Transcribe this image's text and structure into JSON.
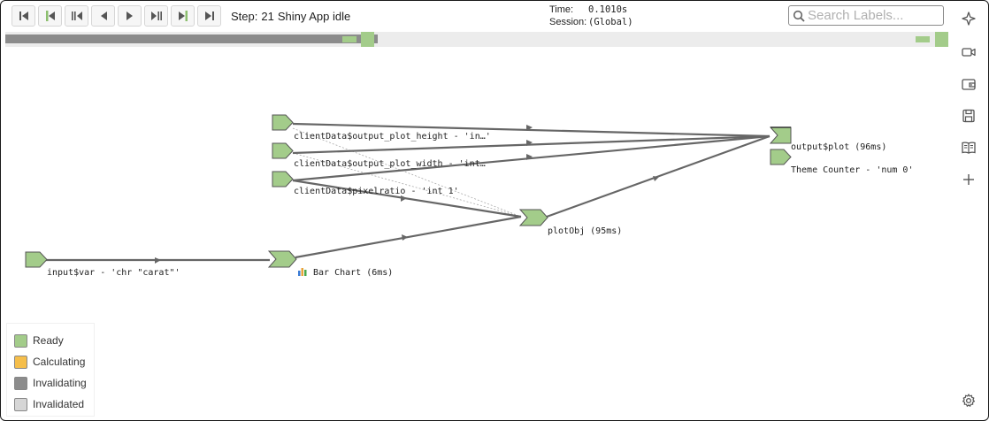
{
  "toolbar": {
    "buttons": [
      {
        "name": "first-step-button",
        "icon": "skip-to-start-icon"
      },
      {
        "name": "prev-user-event-button",
        "icon": "prev-marked-icon"
      },
      {
        "name": "prev-cycle-button",
        "icon": "prev-cycle-icon"
      },
      {
        "name": "prev-step-button",
        "icon": "step-back-icon"
      },
      {
        "name": "next-step-button",
        "icon": "step-forward-icon"
      },
      {
        "name": "next-cycle-button",
        "icon": "next-cycle-icon"
      },
      {
        "name": "next-user-event-button",
        "icon": "next-marked-icon"
      },
      {
        "name": "last-step-button",
        "icon": "skip-to-end-icon"
      }
    ],
    "step_label": "Step:",
    "step_number": "21",
    "step_status": "Shiny App idle"
  },
  "time_info": {
    "time_label": "Time:",
    "time_value": "0.1010s",
    "session_label": "Session:",
    "session_value": "(Global)"
  },
  "search": {
    "placeholder": "Search Labels..."
  },
  "timeline": {
    "progress_fraction": 0.395,
    "colors": {
      "track": "#ececec",
      "progress": "#8c8c8c",
      "marker": "#a3cc8a"
    }
  },
  "right_rail": [
    {
      "name": "sticky-button",
      "icon": "sparkle-icon"
    },
    {
      "name": "record-button",
      "icon": "video-camera-icon"
    },
    {
      "name": "wallet-button",
      "icon": "wallet-icon"
    },
    {
      "name": "save-button",
      "icon": "save-icon"
    },
    {
      "name": "docs-button",
      "icon": "open-book-icon"
    },
    {
      "name": "add-button",
      "icon": "plus-icon"
    },
    {
      "name": "settings-button",
      "icon": "gear-icon"
    }
  ],
  "graph": {
    "node_color": "#a3cc8a",
    "edge_color": "#666666",
    "nodes": [
      {
        "id": "cd_height",
        "label": "clientData$output_plot_height - 'in…'",
        "shape": "value"
      },
      {
        "id": "cd_width",
        "label": "clientData$output_plot_width - 'int…",
        "shape": "value"
      },
      {
        "id": "cd_pixel",
        "label": "clientData$pixelratio - 'int 1'",
        "shape": "value"
      },
      {
        "id": "input_var",
        "label": "input$var - 'chr \"carat\"'",
        "shape": "value"
      },
      {
        "id": "bar_chart",
        "label": "Bar Chart (6ms)",
        "shape": "middle",
        "icon": "bar-chart-icon"
      },
      {
        "id": "plotobj",
        "label": "plotObj (95ms)",
        "shape": "middle"
      },
      {
        "id": "output_plot",
        "label": "output$plot (96ms)",
        "shape": "observer"
      },
      {
        "id": "theme_counter",
        "label": "Theme Counter - 'num 0'",
        "shape": "value"
      }
    ]
  },
  "legend": {
    "items": [
      {
        "label": "Ready",
        "color": "#a3cc8a"
      },
      {
        "label": "Calculating",
        "color": "#f5be4b"
      },
      {
        "label": "Invalidating",
        "color": "#8c8c8c"
      },
      {
        "label": "Invalidated",
        "color": "#d6d6d6"
      }
    ]
  }
}
